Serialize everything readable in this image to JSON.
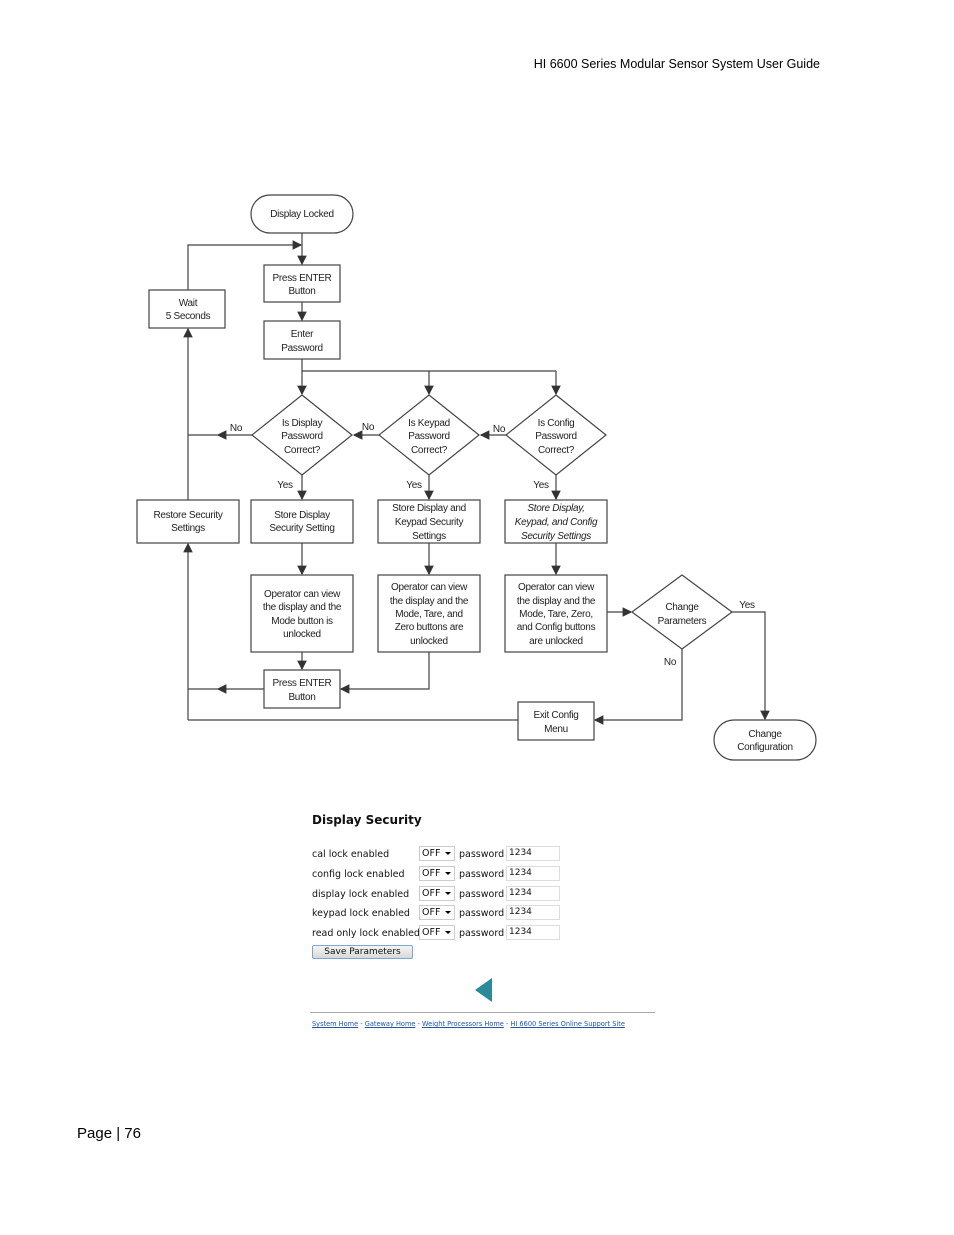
{
  "header": {
    "title": "HI 6600 Series Modular Sensor System User Guide"
  },
  "footer": {
    "page": "Page | 76"
  },
  "flowchart": {
    "display_locked": "Display Locked",
    "press_enter_top": [
      "Press ENTER",
      "Button"
    ],
    "wait": [
      "Wait",
      "5 Seconds"
    ],
    "enter_password": [
      "Enter",
      "Password"
    ],
    "d_display": [
      "Is Display",
      "Password",
      "Correct?"
    ],
    "d_keypad": [
      "Is Keypad",
      "Password",
      "Correct?"
    ],
    "d_config": [
      "Is Config",
      "Password",
      "Correct?"
    ],
    "no": "No",
    "yes": "Yes",
    "restore": [
      "Restore Security",
      "Settings"
    ],
    "store_display": [
      "Store Display",
      "Security Setting"
    ],
    "store_keypad": [
      "Store Display and",
      "Keypad Security",
      "Settings"
    ],
    "store_config": [
      "Store Display,",
      "Keypad, and Config",
      "Security Settings"
    ],
    "op_display": [
      "Operator can view",
      "the display and the",
      "Mode button is",
      "unlocked"
    ],
    "op_keypad": [
      "Operator can view",
      "the display and the",
      "Mode, Tare, and",
      "Zero buttons are",
      "unlocked"
    ],
    "op_config": [
      "Operator can view",
      "the display and the",
      "Mode, Tare, Zero,",
      "and Config buttons",
      "are unlocked"
    ],
    "change_params": [
      "Change",
      "Parameters"
    ],
    "press_enter_bottom": [
      "Press ENTER",
      "Button"
    ],
    "exit_config": [
      "Exit Config",
      "Menu"
    ],
    "change_config": [
      "Change",
      "Configuration"
    ]
  },
  "form": {
    "title": "Display Security",
    "password_label": "password",
    "rows": [
      {
        "label": "cal lock enabled",
        "value": "OFF",
        "password": "1234"
      },
      {
        "label": "config lock enabled",
        "value": "OFF",
        "password": "1234"
      },
      {
        "label": "display lock enabled",
        "value": "OFF",
        "password": "1234"
      },
      {
        "label": "keypad lock enabled",
        "value": "OFF",
        "password": "1234"
      },
      {
        "label": "read only lock enabled",
        "value": "OFF",
        "password": "1234"
      }
    ],
    "save": "Save Parameters",
    "links": [
      "System Home",
      "Gateway Home",
      "Weight Processors Home",
      "HI 6600 Series Online Support Site"
    ],
    "sep": " - ",
    "back_color": "#2a8a9a"
  }
}
